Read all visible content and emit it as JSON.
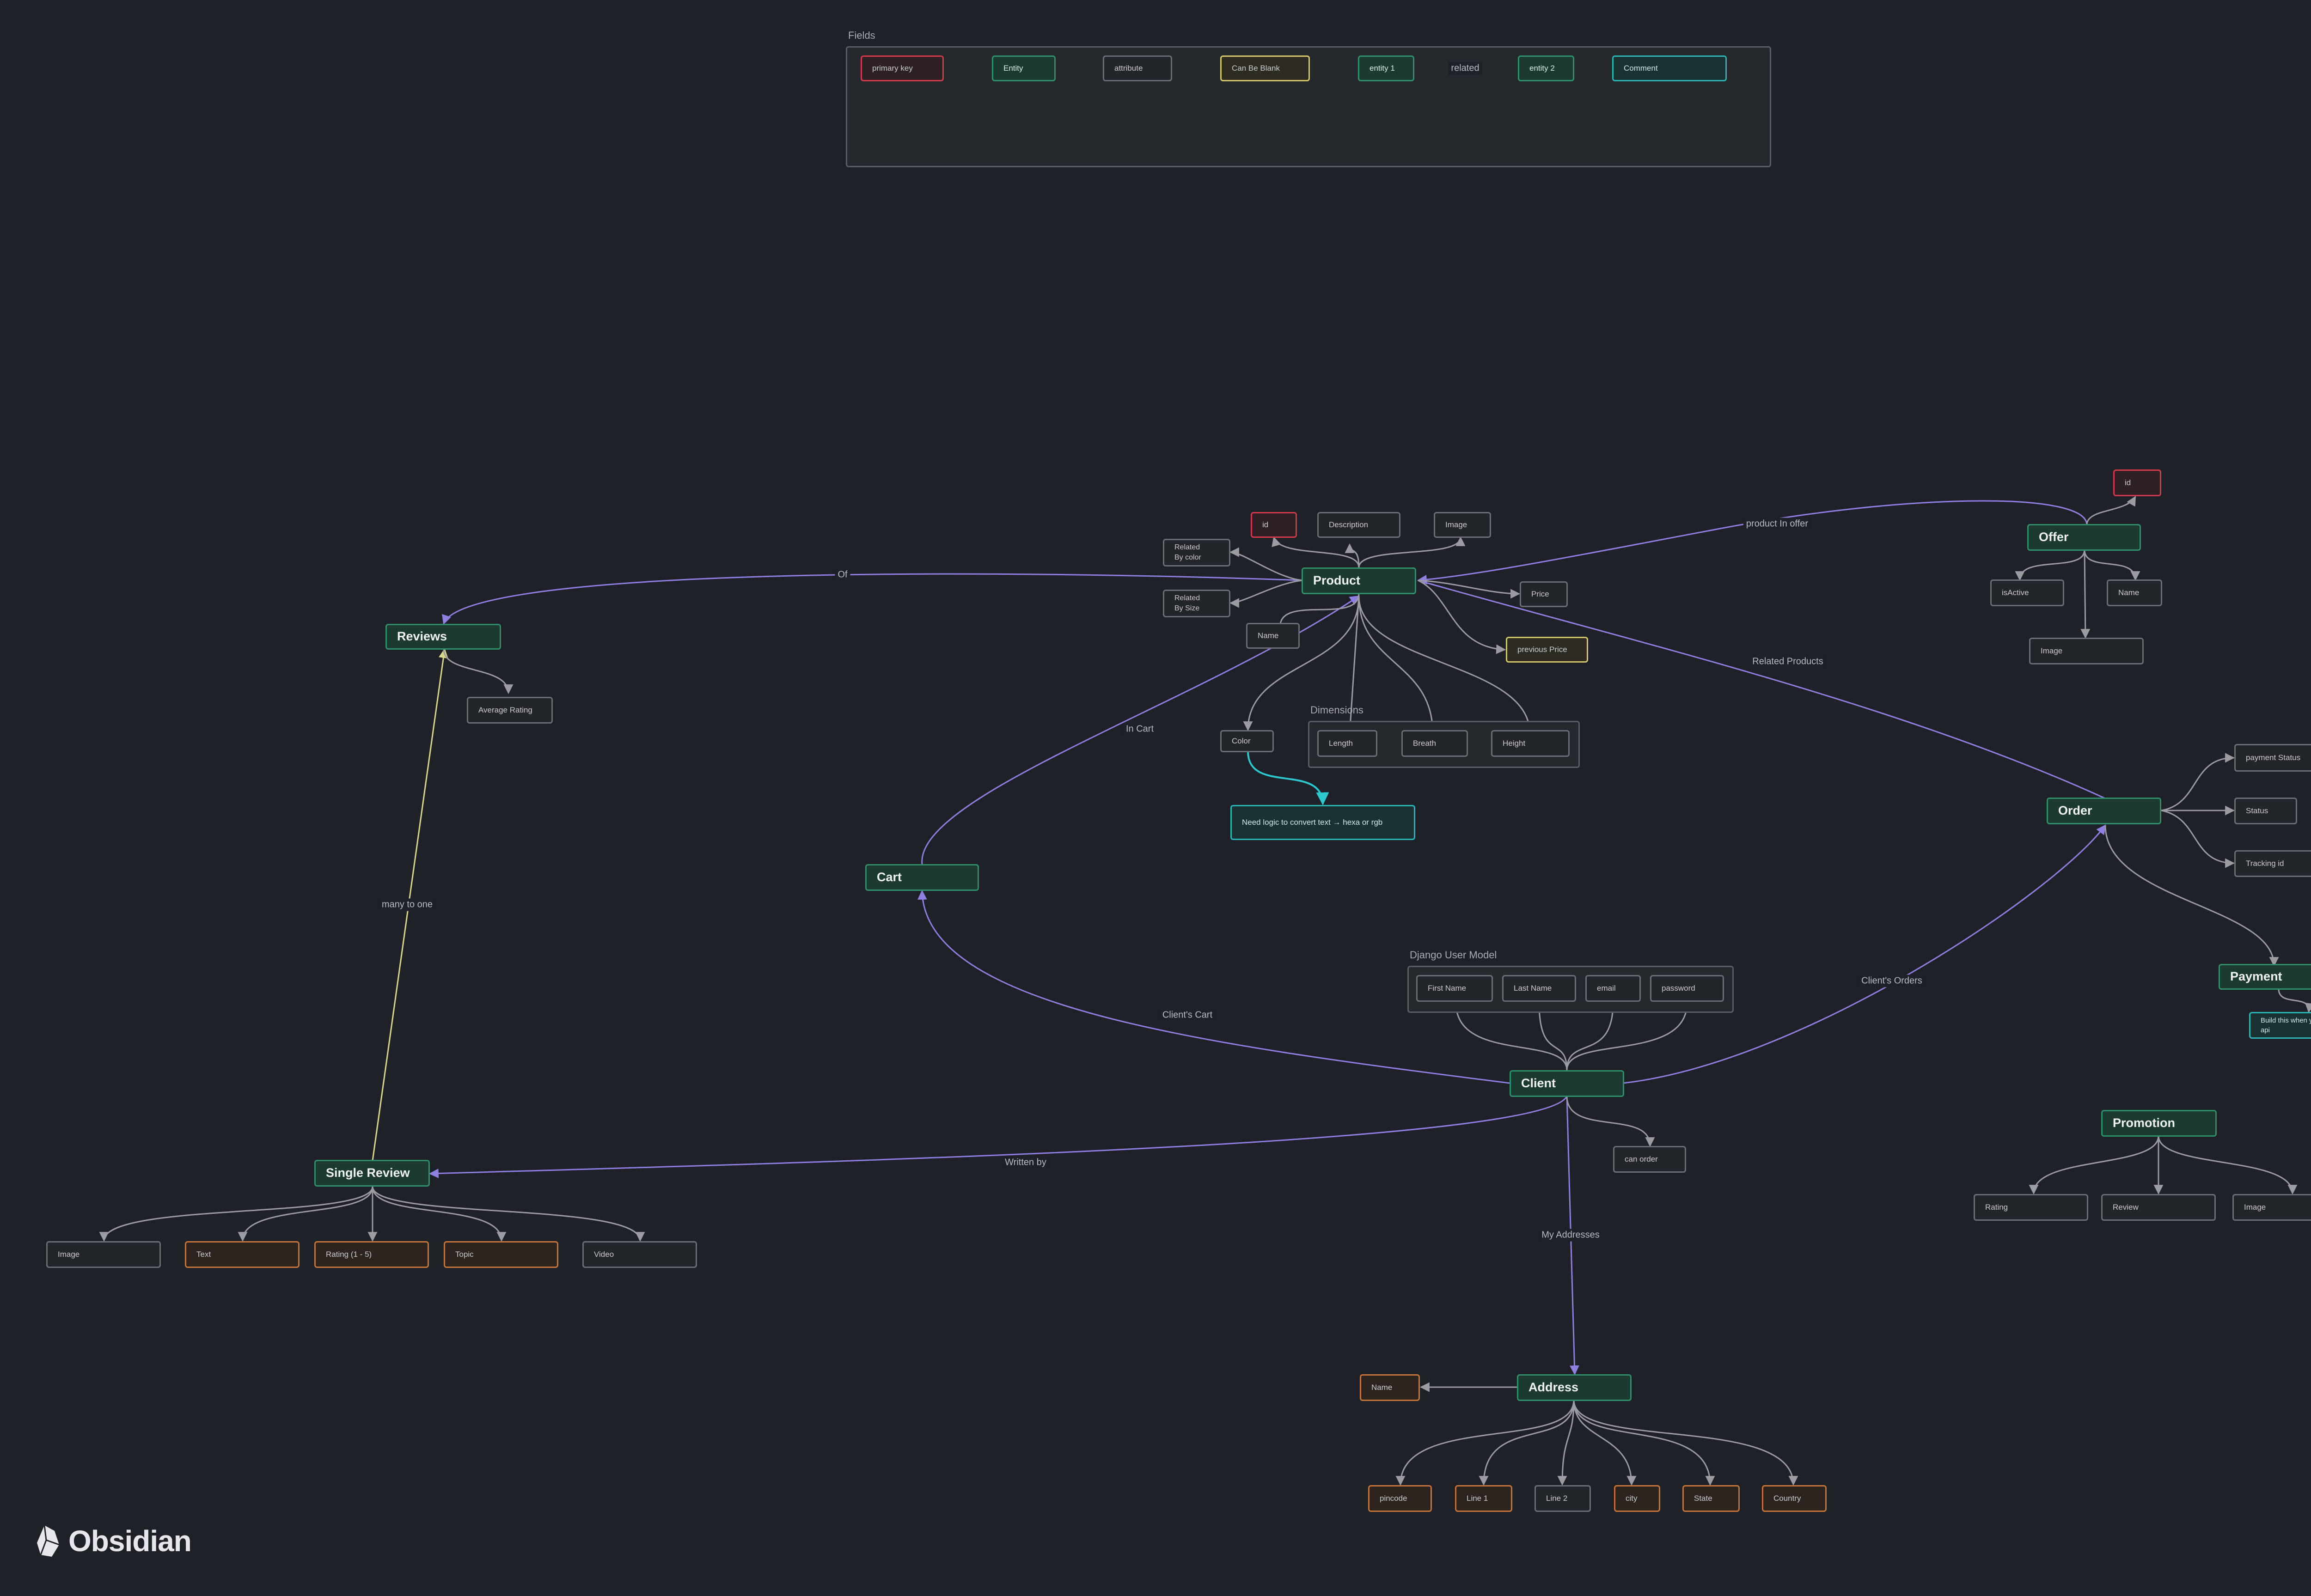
{
  "groups": {
    "fields": "Fields",
    "dimensions": "Dimensions",
    "django": "Django User Model"
  },
  "legend": {
    "primary_key": "primary key",
    "entity": "Entity",
    "attribute": "attribute",
    "can_be_blank": "Can Be Blank",
    "entity1": "entity 1",
    "related": "related",
    "entity2": "entity 2",
    "comment": "Comment"
  },
  "product": {
    "title": "Product",
    "id": "id",
    "description": "Description",
    "image": "Image",
    "related_color": "Related\nBy color",
    "related_size": "Related\nBy Size",
    "name": "Name",
    "price": "Price",
    "previous_price": "previous Price",
    "color": "Color",
    "length": "Length",
    "breath": "Breath",
    "height": "Height",
    "color_note": "Need logic to convert text → hexa or rgb"
  },
  "offer": {
    "title": "Offer",
    "id": "id",
    "is_active": "isActive",
    "name": "Name",
    "image": "Image"
  },
  "reviews": {
    "title": "Reviews",
    "average": "Average Rating"
  },
  "single_review": {
    "title": "Single Review",
    "image": "Image",
    "text": "Text",
    "rating": "Rating (1 - 5)",
    "topic": "Topic",
    "video": "Video"
  },
  "cart": {
    "title": "Cart"
  },
  "order": {
    "title": "Order",
    "payment_status": "payment Status",
    "status": "Status",
    "tracking": "Tracking id"
  },
  "payment": {
    "title": "Payment",
    "note": "Build this when you get the api"
  },
  "client": {
    "title": "Client",
    "first_name": "First Name",
    "last_name": "Last Name",
    "email": "email",
    "password": "password",
    "can_order": "can order"
  },
  "promotion": {
    "title": "Promotion",
    "rating": "Rating",
    "review": "Review",
    "image": "Image"
  },
  "address": {
    "title": "Address",
    "name": "Name",
    "pincode": "pincode",
    "line1": "Line 1",
    "line2": "Line 2",
    "city": "city",
    "state": "State",
    "country": "Country"
  },
  "edge_labels": {
    "of": "Of",
    "product_in_offer": "product In offer",
    "related_products": "Related Products",
    "in_cart": "In Cart",
    "many_to_one": "many to one",
    "clients_cart": "Client's Cart",
    "clients_orders": "Client's Orders",
    "written_by": "Written by",
    "my_addresses": "My Addresses"
  },
  "brand": {
    "name": "Obsidian"
  },
  "colors": {
    "background": "#1e2127",
    "entity_border": "#2f8f6a",
    "primary_key": "#d3394a",
    "can_be_blank": "#d4c66a",
    "comment": "#2bb5b5",
    "orange_field": "#c4743a",
    "relation_edge": "#8e7fe0",
    "many_to_one_edge": "#d8d68a",
    "attribute_edge": "#9a9ca1"
  }
}
